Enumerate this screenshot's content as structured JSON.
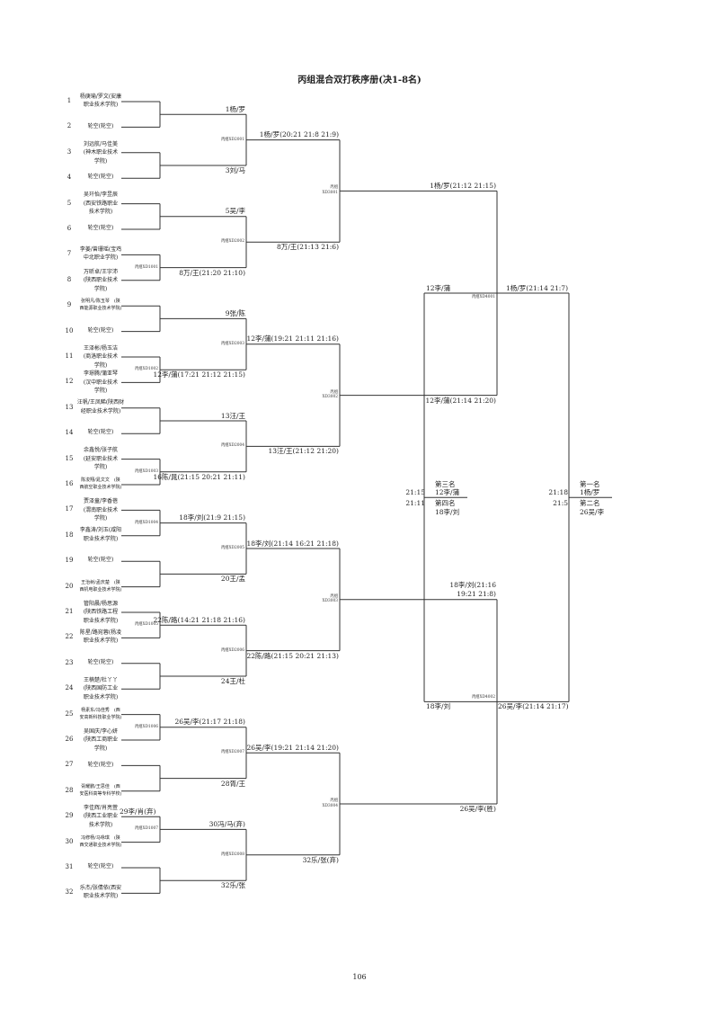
{
  "title": "丙组混合双打秩序册(决1-8名)",
  "page_number": "106",
  "entries": [
    {
      "seed": "1",
      "name": "杨庚瑜/罗文(安康\n职业技术学院)"
    },
    {
      "seed": "2",
      "name": "轮空(轮空)"
    },
    {
      "seed": "3",
      "name": "刘远航/马佳美\n(神木职业技术\n学院)"
    },
    {
      "seed": "4",
      "name": "轮空(轮空)"
    },
    {
      "seed": "5",
      "name": "吴玕怡/李昱辰\n(西安铁路职业\n技术学院)"
    },
    {
      "seed": "6",
      "name": "轮空(轮空)"
    },
    {
      "seed": "7",
      "name": "李姜/曾珊瑶(宝鸡\n中北职业学院)"
    },
    {
      "seed": "8",
      "name": "万昕卓/王宇沛\n(陕西职业技术\n学院)"
    },
    {
      "seed": "9",
      "name": "张明凡/陈玉琴　(陕\n西能源职业技术学院)"
    },
    {
      "seed": "10",
      "name": "轮空(轮空)"
    },
    {
      "seed": "11",
      "name": "王泽彬/杨玉洁\n(商洛职业技术\n学院)"
    },
    {
      "seed": "12",
      "name": "李璟腾/蒲亚琴\n(汉中职业技术\n学院)"
    },
    {
      "seed": "13",
      "name": "汪帆/王凤睎(陕西财\n经职业技术学院)"
    },
    {
      "seed": "14",
      "name": "轮空(轮空)"
    },
    {
      "seed": "15",
      "name": "余鑫悦/张子航\n(延安职业技术\n学院)"
    },
    {
      "seed": "16",
      "name": "陈浚翔/晁文文　(陕\n西航空职业技术学院)"
    },
    {
      "seed": "17",
      "name": "贾泽童/李香蓓\n(渭南职业技术\n学院)"
    },
    {
      "seed": "18",
      "name": "李鑫涛/刘玉(咸阳\n职业技术学院)"
    },
    {
      "seed": "19",
      "name": "轮空(轮空)"
    },
    {
      "seed": "20",
      "name": "王治树/孟庆楚　(陕\n西机电职业技术学院)"
    },
    {
      "seed": "21",
      "name": "管阳晨/杨思源\n(陕西铁路工程\n职业技术学院)"
    },
    {
      "seed": "22",
      "name": "陈星/路宛蓉(杨凌\n职业技术学院)"
    },
    {
      "seed": "23",
      "name": "轮空(轮空)"
    },
    {
      "seed": "24",
      "name": "王楠楚/杜丫丫\n(陕西国防工业\n职业技术学院)"
    },
    {
      "seed": "25",
      "name": "杨素东/冯佳秀　(西\n安高新科技职业学院)"
    },
    {
      "seed": "26",
      "name": "吴国庆/李心妍\n(陕西工商职业\n学院)"
    },
    {
      "seed": "27",
      "name": "轮空(轮空)"
    },
    {
      "seed": "28",
      "name": "胥耀鹏/王思佳　(西\n安医科高等专科学校)"
    },
    {
      "seed": "29",
      "name": "李佳辉/肖亮萱\n(陕西工业职业\n技术学院)"
    },
    {
      "seed": "30",
      "name": "冯修杨/马咏琪　(陕\n西交通职业技术学院)"
    },
    {
      "seed": "31",
      "name": "轮空(轮空)"
    },
    {
      "seed": "32",
      "name": "乐杰/张倩依(西安\n职业技术学院)"
    }
  ],
  "round1_results": [
    "1杨/罗",
    "3刘/马",
    "5吴/李",
    "8万/王(21:20 21:10)",
    "9张/陈",
    "12李/蒲(17:21 21:12 21:15)",
    "13汪/王",
    "16陈/晁(21:15 20:21 21:11)",
    "18李/刘(21:9 21:15)",
    "20王/孟",
    "22陈/路(14:21 21:18 21:16)",
    "24王/杜",
    "26吴/李(21:17 21:18)",
    "28胥/王",
    "30冯/马(弃)",
    "32乐/张"
  ],
  "withdrawn_note": "29李/肖(弃)",
  "round2_results": [
    "1杨/罗(20:21 21:8 21:9)",
    "8万/王(21:13 21:6)",
    "12李/蒲(19:21 21:11 21:16)",
    "13汪/王(21:12 21:20)",
    "18李/刘(21:14 16:21 21:18)",
    "22陈/路(21:15 20:21 21:13)",
    "26吴/李(19:21 21:14 21:20)",
    "32乐/张(弃)"
  ],
  "round3_results": [
    "1杨/罗(21:12 21:15)",
    "12李/蒲(21:14 21:20)",
    "18李/刘(21:16\n19:21 21:8)",
    "26吴/李(胜)"
  ],
  "semifinal_results": [
    "12李/蒲",
    "1杨/罗(21:14 21:7)",
    "18李/刘",
    "26吴/李(21:14 21:17)"
  ],
  "match_codes": {
    "round1": [
      "丙组XD1001",
      "丙组XD1002",
      "丙组XD1003",
      "丙组XD1004",
      "丙组XD1005",
      "丙组XD1006",
      "丙组XD1007"
    ],
    "round2": [
      "丙组XD2001",
      "丙组XD2002",
      "丙组XD2003",
      "丙组XD2004",
      "丙组XD2005",
      "丙组XD2006",
      "丙组XD2007",
      "丙组XD2008"
    ],
    "round3": [
      "丙组\nXD3001",
      "丙组\nXD3002",
      "丙组\nXD3003",
      "丙组\nXD3004"
    ],
    "round4": [
      "丙组XD4001",
      "丙组XD4002"
    ]
  },
  "third_place": {
    "score1": "21:15",
    "score2": "21:11",
    "third_label": "第三名",
    "third_team": "12李/蒲",
    "fourth_label": "第四名",
    "fourth_team": "18李/刘"
  },
  "final": {
    "score1": "21:18",
    "score2": "21:5",
    "first_label": "第一名",
    "first_team": "1杨/罗",
    "second_label": "第二名",
    "second_team": "26吴/李"
  }
}
